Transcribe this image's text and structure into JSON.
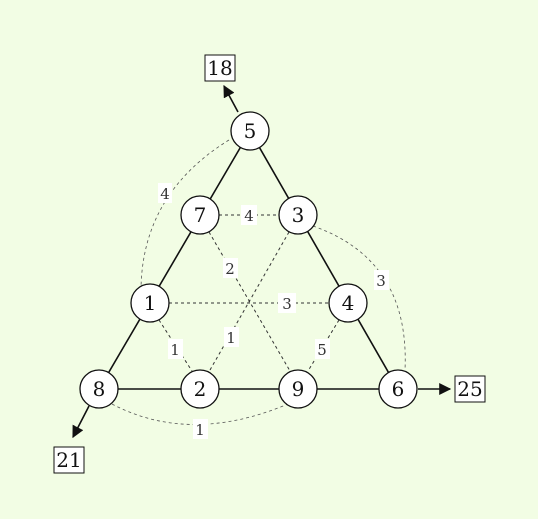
{
  "nodes": {
    "top": "5",
    "left_upper": "7",
    "right_upper": "3",
    "left_mid": "1",
    "right_mid": "4",
    "bottom_left": "8",
    "bottom_inner_left": "2",
    "bottom_inner_right": "9",
    "bottom_right": "6"
  },
  "sums": {
    "top": "18",
    "bottom_left": "21",
    "right": "25"
  },
  "labels": {
    "arc_left": "4",
    "seg_7_3": "4",
    "arc_right": "3",
    "seg_7_9": "2",
    "seg_1_4": "3",
    "seg_3_2": "1",
    "seg_4_9": "5",
    "seg_1_2": "1",
    "arc_bottom": "1"
  },
  "colors": {
    "background": "#f2fde4"
  }
}
